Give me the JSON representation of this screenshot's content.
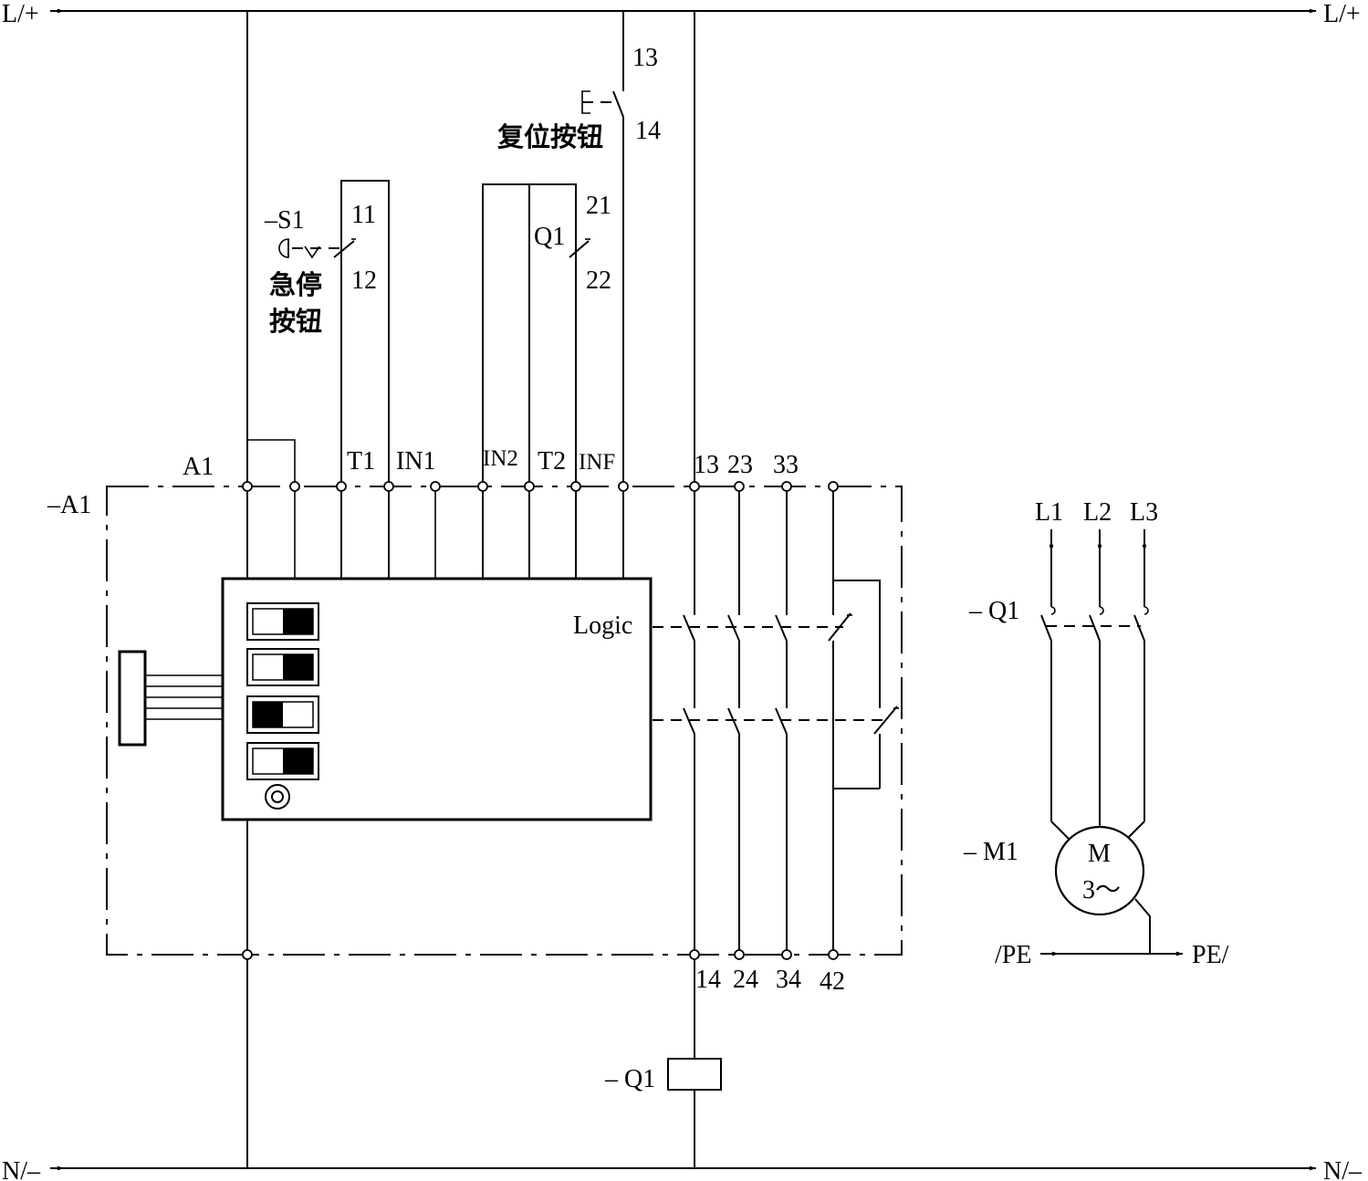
{
  "supply": {
    "top_left": "L/+",
    "top_right": "L/+",
    "bottom_left": "N/–",
    "bottom_right": "N/–"
  },
  "reset": {
    "name": "复位按钮",
    "terminal_top": "13",
    "terminal_bottom": "14"
  },
  "estop": {
    "tag": "–S1",
    "name_line1": "急停",
    "name_line2": "按钮",
    "terminal_top": "11",
    "terminal_bottom": "12"
  },
  "feedback": {
    "tag": "Q1",
    "terminal_top": "21",
    "terminal_bottom": "22"
  },
  "relay": {
    "tag": "–A1",
    "logic_label": "Logic",
    "terminals_in": [
      "A1",
      "T1",
      "IN1",
      "IN2",
      "T2",
      "INF"
    ],
    "terminals_out_top": [
      "13",
      "23",
      "33"
    ],
    "terminals_out_bottom": [
      "14",
      "24",
      "34",
      "42"
    ]
  },
  "coil": {
    "tag": "– Q1"
  },
  "motor_circuit": {
    "phases": [
      "L1",
      "L2",
      "L3"
    ],
    "breaker_tag": "– Q1",
    "motor_tag": "– M1",
    "motor_symbol": "M",
    "motor_type": "3～",
    "pe_left": "/PE",
    "pe_right": "PE/"
  }
}
